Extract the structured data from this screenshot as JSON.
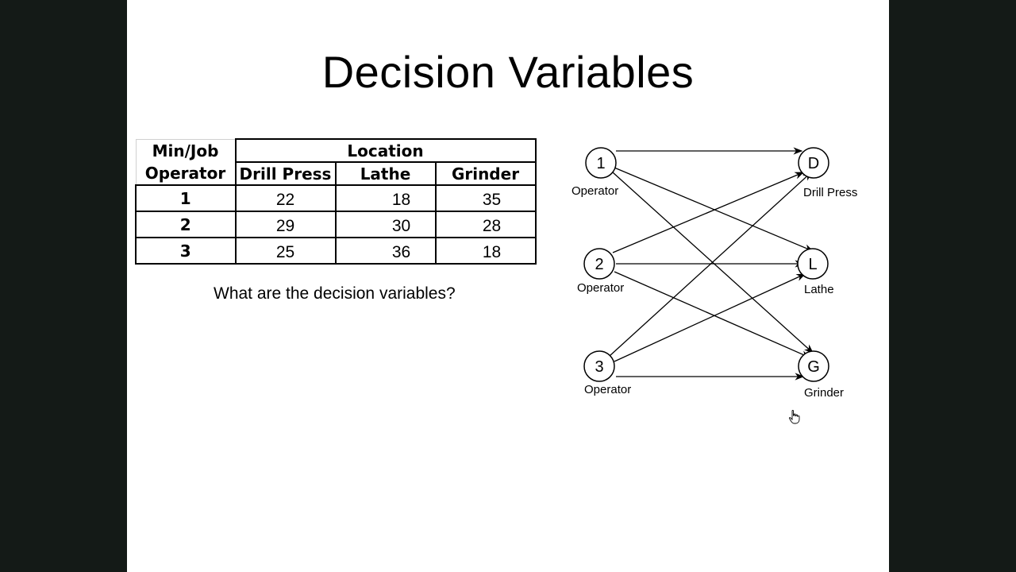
{
  "slide": {
    "title": "Decision Variables",
    "question": "What are the decision variables?"
  },
  "table": {
    "corner_top": "Min/Job",
    "corner_bottom": "Operator",
    "group_header": "Location",
    "columns": [
      "Drill Press",
      "Lathe",
      "Grinder"
    ],
    "rows": [
      {
        "operator": "1",
        "values": [
          "22",
          "18",
          "35"
        ]
      },
      {
        "operator": "2",
        "values": [
          "29",
          "30",
          "28"
        ]
      },
      {
        "operator": "3",
        "values": [
          "25",
          "36",
          "18"
        ]
      }
    ]
  },
  "network": {
    "operators": [
      {
        "id": "1",
        "caption": "Operator"
      },
      {
        "id": "2",
        "caption": "Operator"
      },
      {
        "id": "3",
        "caption": "Operator"
      }
    ],
    "locations": [
      {
        "id": "D",
        "caption": "Drill Press"
      },
      {
        "id": "L",
        "caption": "Lathe"
      },
      {
        "id": "G",
        "caption": "Grinder"
      }
    ]
  },
  "icons": {
    "cursor": "hand-pointer-icon"
  }
}
